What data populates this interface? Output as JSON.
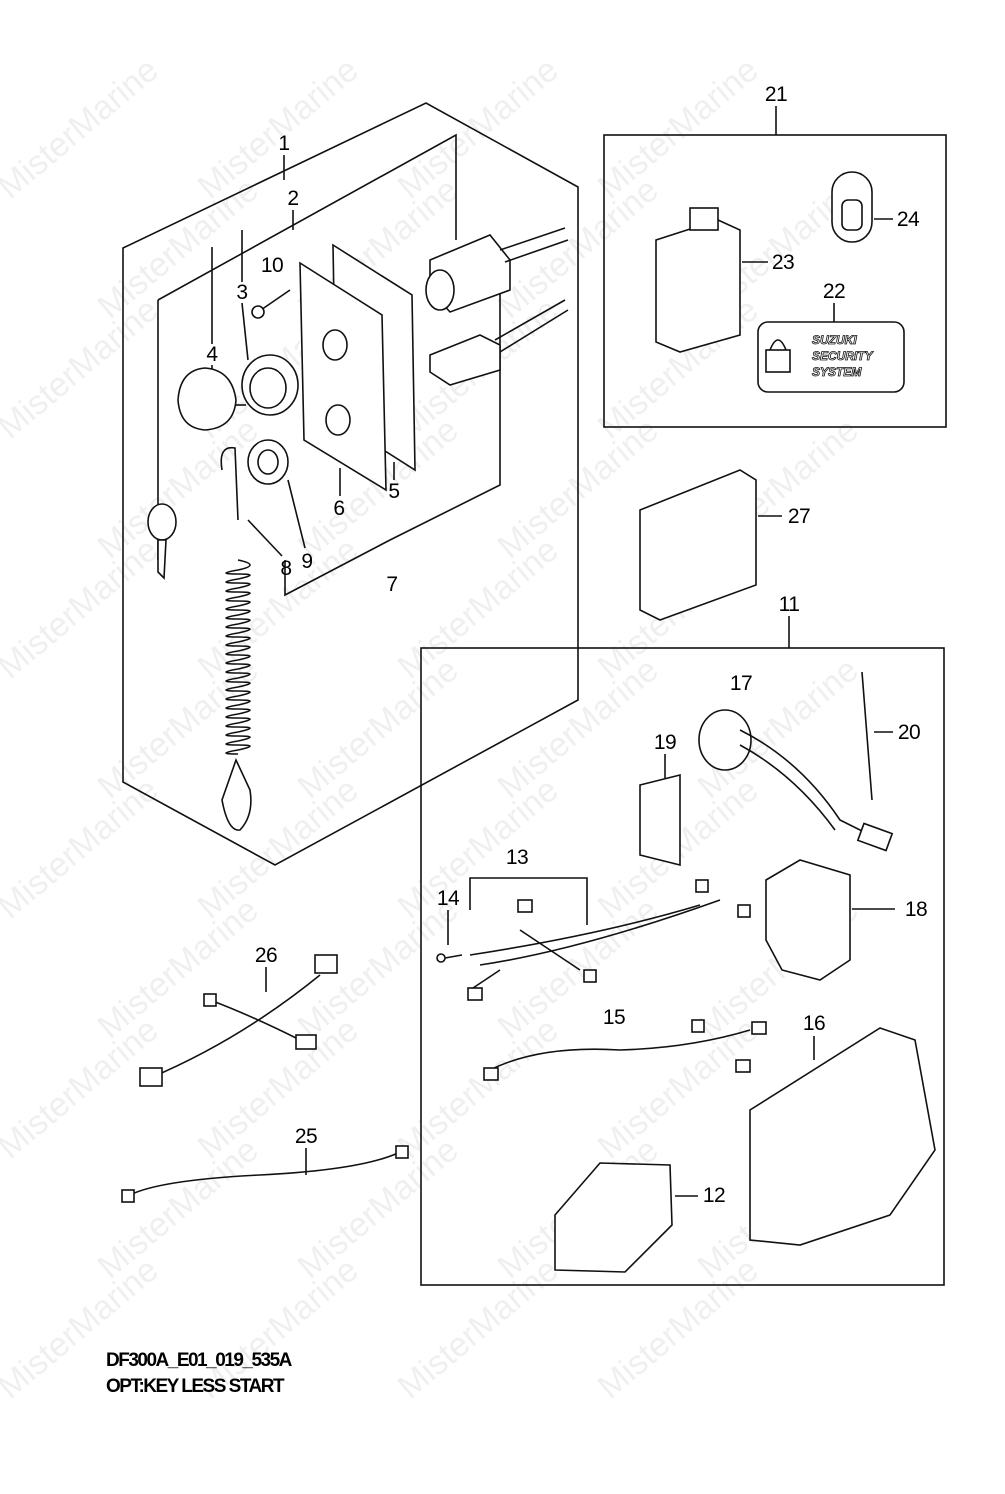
{
  "watermark": "MisterMarine",
  "diagram_code": "DF300A_E01_019_535A",
  "diagram_title": "OPT:KEY LESS START",
  "security_label": [
    "SUZUKI",
    "SECURITY",
    "SYSTEM"
  ],
  "callouts": {
    "c1": "1",
    "c2": "2",
    "c3": "3",
    "c4": "4",
    "c5": "5",
    "c6": "6",
    "c7": "7",
    "c8": "8",
    "c9": "9",
    "c10": "10",
    "c11": "11",
    "c12": "12",
    "c13": "13",
    "c14": "14",
    "c15": "15",
    "c16": "16",
    "c17": "17",
    "c18": "18",
    "c19": "19",
    "c20": "20",
    "c21": "21",
    "c22": "22",
    "c23": "23",
    "c24": "24",
    "c25": "25",
    "c26": "26",
    "c27": "27"
  }
}
